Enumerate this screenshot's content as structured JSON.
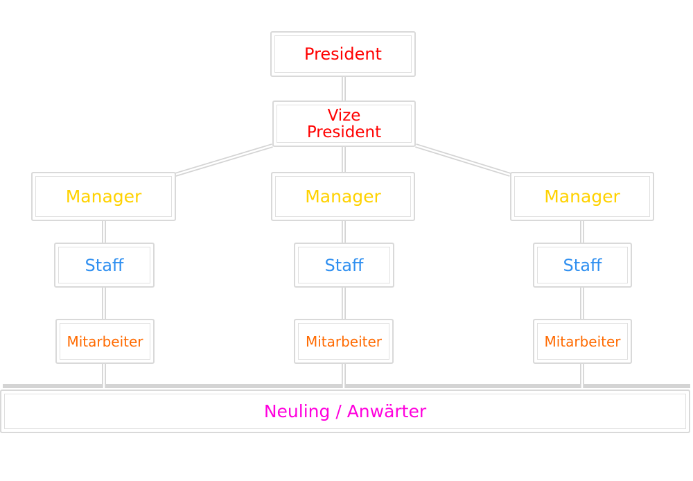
{
  "diagram": {
    "type": "org-chart",
    "president": {
      "label": "President",
      "color": "#ff0000"
    },
    "vice_president": {
      "label_line1": "Vize",
      "label_line2": "President",
      "color": "#ff0000"
    },
    "branches": [
      {
        "manager": "Manager",
        "staff": "Staff",
        "employee": "Mitarbeiter"
      },
      {
        "manager": "Manager",
        "staff": "Staff",
        "employee": "Mitarbeiter"
      },
      {
        "manager": "Manager",
        "staff": "Staff",
        "employee": "Mitarbeiter"
      }
    ],
    "base": {
      "label": "Neuling / Anwärter",
      "color": "#ff00dd"
    },
    "colors": {
      "manager": "#ffd200",
      "staff": "#2f8ff0",
      "employee": "#ff6a00",
      "box_border": "#d9d9d9"
    }
  }
}
